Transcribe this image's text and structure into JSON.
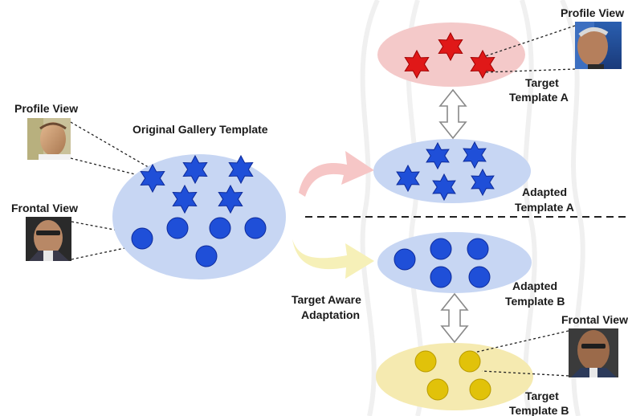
{
  "labels": {
    "profile_view_left": "Profile View",
    "frontal_view_left": "Frontal View",
    "original_gallery_template": "Original Gallery Template",
    "target_aware_adaptation_line1": "Target Aware",
    "target_aware_adaptation_line2": "Adaptation",
    "profile_view_right": "Profile View",
    "frontal_view_right": "Frontal View",
    "target_template_a_line1": "Target",
    "target_template_a_line2": "Template A",
    "adapted_template_a_line1": "Adapted",
    "adapted_template_a_line2": "Template A",
    "adapted_template_b_line1": "Adapted",
    "adapted_template_b_line2": "Template B",
    "target_template_b_line1": "Target",
    "target_template_b_line2": "Template B"
  },
  "colors": {
    "blue_mark": "#1f4fd8",
    "blue_mark_stroke": "#0d2a9a",
    "red_mark": "#e01818",
    "yellow_mark": "#e1c20a",
    "blue_ellipse": "#c7d6f3",
    "red_ellipse": "#f4c9c9",
    "yellow_ellipse": "#f5eab0",
    "red_arrow": "#f6c6c6",
    "yellow_arrow": "#f6f0b8"
  },
  "icons": {
    "profile_photo": "profile-face-photo",
    "frontal_photo": "frontal-face-photo",
    "star_mark": "star-icon",
    "circle_mark": "circle-icon",
    "bidirectional_arrow": "double-arrow-icon"
  }
}
